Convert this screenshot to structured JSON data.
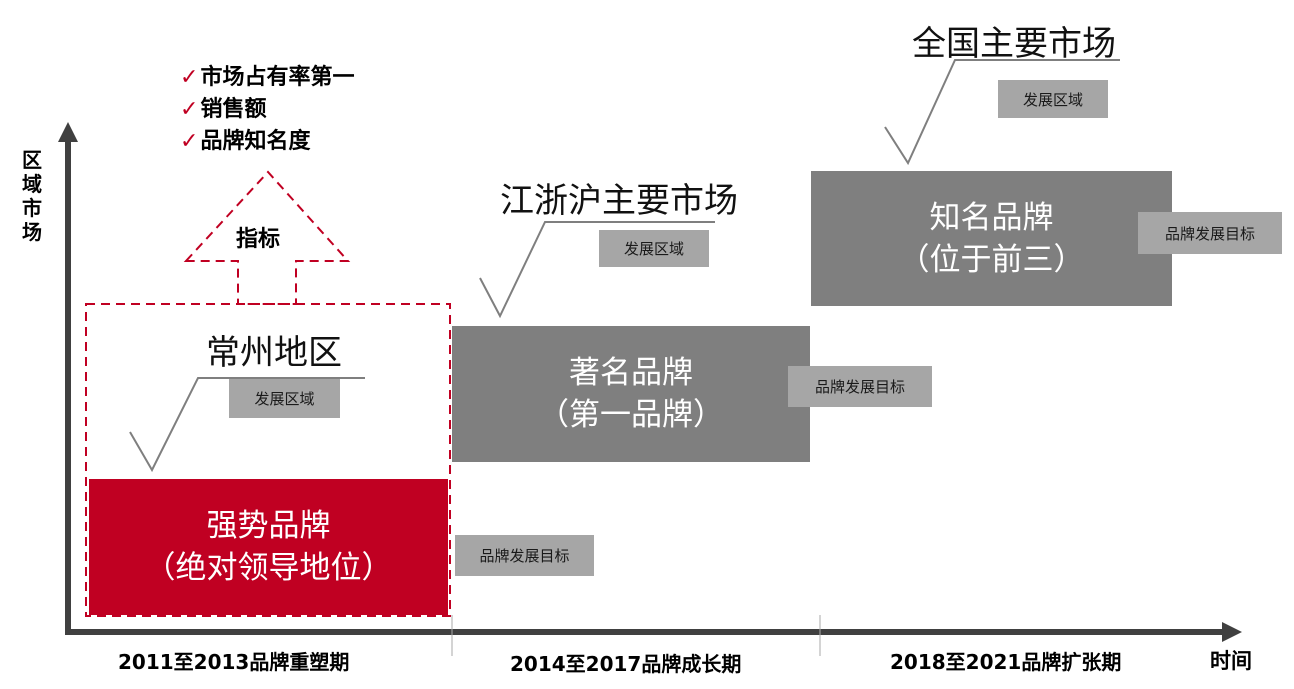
{
  "axis": {
    "y_label": "区域市场",
    "x_label": "时间"
  },
  "indicators": {
    "title": "指标",
    "items": [
      "市场占有率第一",
      "销售额",
      "品牌知名度"
    ],
    "check_icon": "check-icon"
  },
  "periods": [
    "2011至2013品牌重塑期",
    "2014至2017品牌成长期",
    "2018至2021品牌扩张期"
  ],
  "stages": [
    {
      "region": "常州地区",
      "region_tag": "发展区域",
      "brand_line1": "强势品牌",
      "brand_line2": "（绝对领导地位）",
      "goal_tag": "品牌发展目标",
      "color": "#C00022"
    },
    {
      "region": "江浙沪主要市场",
      "region_tag": "发展区域",
      "brand_line1": "著名品牌",
      "brand_line2": "（第一品牌）",
      "goal_tag": "品牌发展目标",
      "color": "#7f7f7f"
    },
    {
      "region": "全国主要市场",
      "region_tag": "发展区域",
      "brand_line1": "知名品牌",
      "brand_line2": "（位于前三）",
      "goal_tag": "品牌发展目标",
      "color": "#7f7f7f"
    }
  ]
}
